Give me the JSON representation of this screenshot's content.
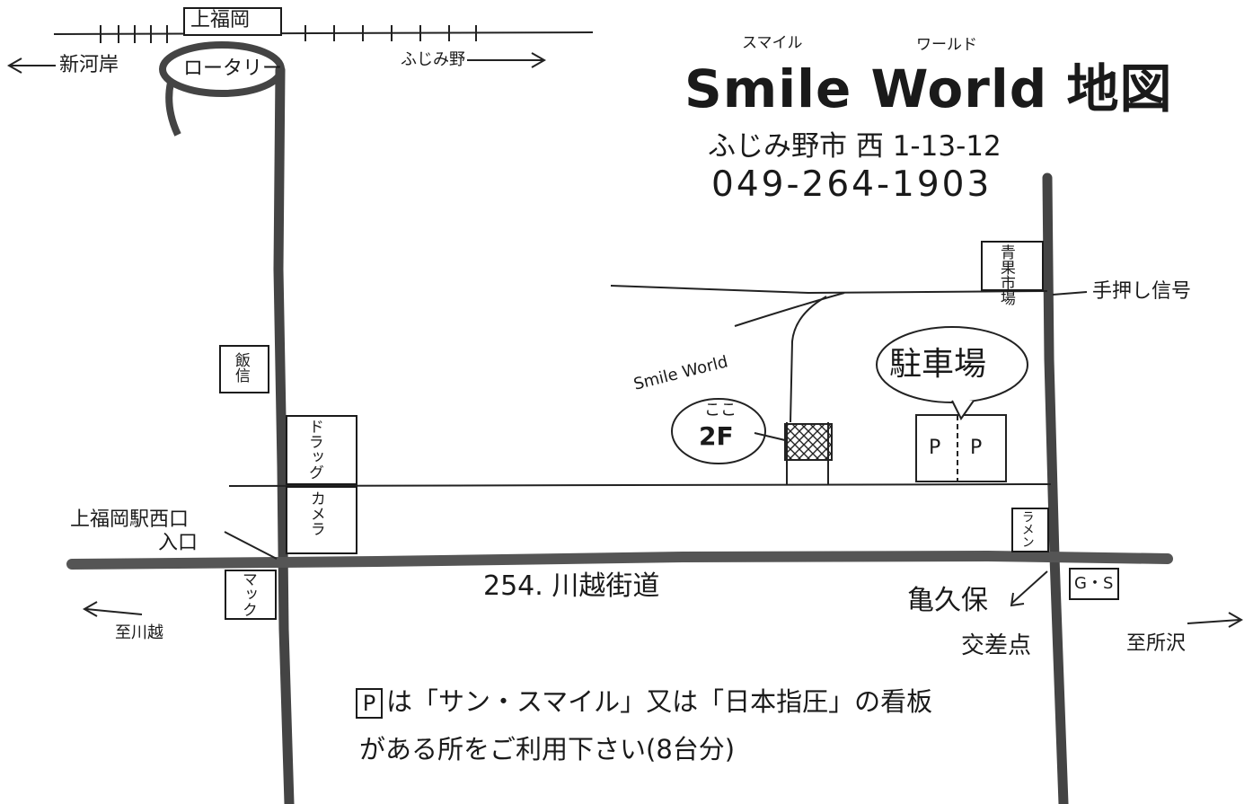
{
  "title": {
    "main": "Smile World 地図",
    "ruby_smile": "スマイル",
    "ruby_world": "ワールド",
    "address": "ふじみ野市 西 1-13-12",
    "phone": "049-264-1903"
  },
  "stations": {
    "top_station": "上福岡",
    "rotary": "ロータリー",
    "to_west": "新河岸",
    "to_east": "ふじみ野"
  },
  "shops": {
    "iishin": "飯信",
    "drug": "ドラッグ",
    "camera": "カメラ",
    "mac": "マック",
    "market": "青果市場",
    "ramen": "ラメン",
    "gs": "G・S"
  },
  "labels": {
    "station_entrance_line1": "上福岡駅西口",
    "station_entrance_line2": "入口",
    "highway": "254. 川越街道",
    "to_kawagoe": "至川越",
    "to_tokorozawa": "至所沢",
    "intersection_line1": "亀久保",
    "intersection_line2": "交差点",
    "signal": "手押し信号",
    "parking_bubble": "駐車場",
    "parking_sign": "P",
    "smile_world_label": "Smile World",
    "here_line1": "ここ",
    "here_line2": "2F"
  },
  "notes": {
    "line1_p": "P",
    "line1_rest": "は「サン・スマイル」又は「日本指圧」の看板",
    "line2": "がある所をご利用下さい(8台分)"
  }
}
